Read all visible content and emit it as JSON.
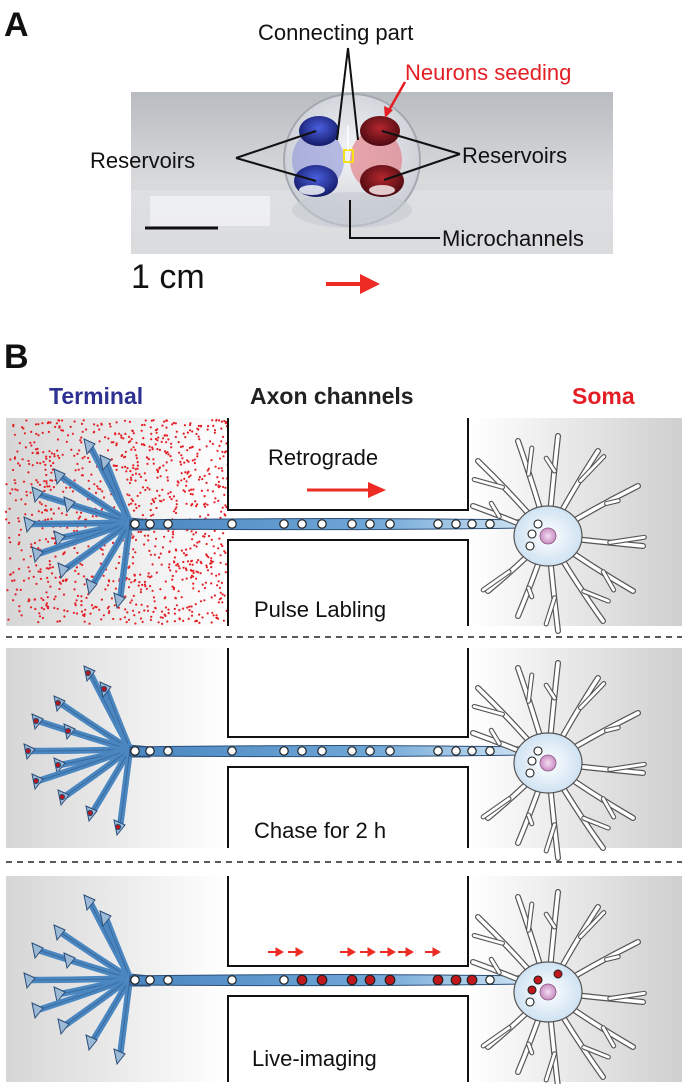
{
  "panel_a": {
    "letter": "A",
    "connecting_part": "Connecting part",
    "neurons_seeding": "Neurons seeding",
    "reservoirs_left": "Reservoirs",
    "reservoirs_right": "Reservoirs",
    "microchannels": "Microchannels",
    "scale": "1 cm"
  },
  "panel_b": {
    "letter": "B",
    "terminal": "Terminal",
    "axon_channels": "Axon channels",
    "soma": "Soma",
    "retrograde": "Retrograde",
    "step1": "Pulse Labling",
    "step2": "Chase for 2 h",
    "step3": "Live-imaging"
  },
  "colors": {
    "terminal_blue": "#2e3192",
    "soma_red": "#e31e24",
    "arrow_red": "#ee2a24",
    "axon_blue": "#4a86c0"
  }
}
